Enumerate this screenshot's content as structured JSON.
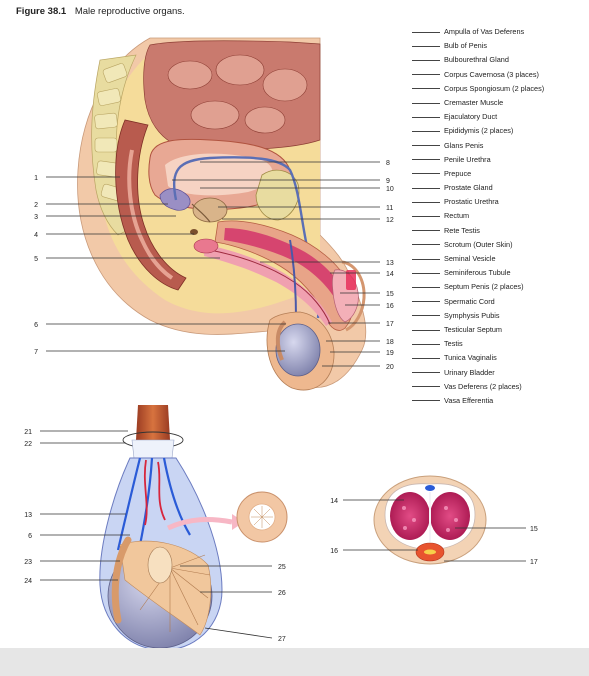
{
  "figure": {
    "number": "Figure 38.1",
    "caption": "Male reproductive organs."
  },
  "terms": [
    "Ampulla of Vas Deferens",
    "Bulb of Penis",
    "Bulbourethral Gland",
    "Corpus Cavernosa (3 places)",
    "Corpus Spongiosum (2 places)",
    "Cremaster Muscle",
    "Ejaculatory Duct",
    "Epididymis (2 places)",
    "Glans Penis",
    "Penile Urethra",
    "Prepuce",
    "Prostate Gland",
    "Prostatic Urethra",
    "Rectum",
    "Rete Testis",
    "Scrotum (Outer Skin)",
    "Seminal Vesicle",
    "Seminiferous Tubule",
    "Septum Penis (2 places)",
    "Spermatic Cord",
    "Symphysis Pubis",
    "Testicular Septum",
    "Testis",
    "Tunica Vaginalis",
    "Urinary Bladder",
    "Vas Deferens (2 places)",
    "Vasa Efferentia"
  ],
  "callouts": {
    "sagittal_left": [
      "1",
      "2",
      "3",
      "4",
      "5",
      "6",
      "7"
    ],
    "sagittal_right": [
      "8",
      "9",
      "10",
      "11",
      "12",
      "13",
      "14",
      "15",
      "16",
      "17",
      "18",
      "19",
      "20"
    ],
    "testis_view": [
      "21",
      "22",
      "13",
      "6",
      "23",
      "24",
      "25",
      "26",
      "27"
    ],
    "cross_section": [
      "14",
      "15",
      "16",
      "17"
    ]
  },
  "colors": {
    "skin": "#f2c9a8",
    "muscle": "#c0504d",
    "fat": "#f5dc9a",
    "bone": "#e8dca0",
    "testis": "#a3a6c9",
    "vessel_red": "#d7263d",
    "vessel_blue": "#2a5bd7",
    "erectile": "#c2185b"
  }
}
